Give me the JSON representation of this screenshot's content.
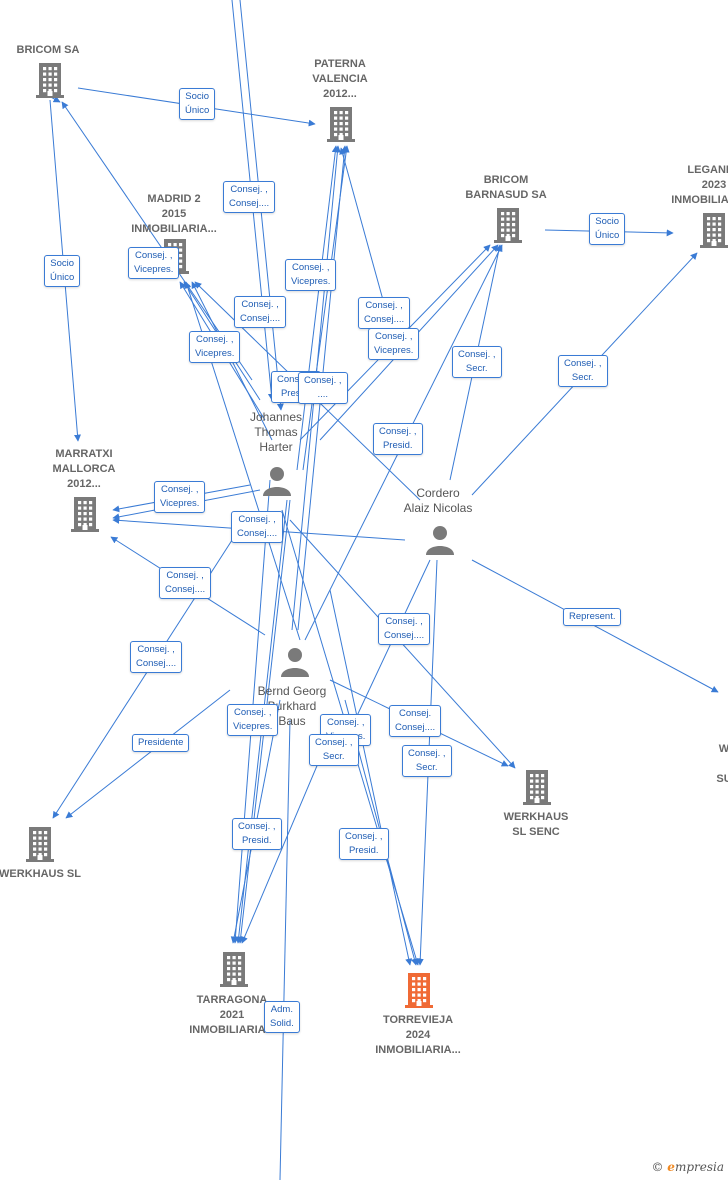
{
  "companies": [
    {
      "id": "bricom",
      "label": [
        "BRICOM SA"
      ],
      "focus": false
    },
    {
      "id": "paterna",
      "label": [
        "PATERNA",
        "VALENCIA",
        "2012..."
      ],
      "focus": false
    },
    {
      "id": "madrid",
      "label": [
        "MADRID 2",
        "2015",
        "INMOBILIARIA..."
      ],
      "focus": false
    },
    {
      "id": "barnasud",
      "label": [
        "BRICOM",
        "BARNASUD SA"
      ],
      "focus": false
    },
    {
      "id": "leganes",
      "label": [
        "LEGANES",
        "2023",
        "INMOBILIARIA..."
      ],
      "focus": false
    },
    {
      "id": "marratxi",
      "label": [
        "MARRATXI",
        "MALLORCA",
        "2012..."
      ],
      "focus": false
    },
    {
      "id": "werkhaus_sl",
      "label": [
        "WERKHAUS SL"
      ],
      "focus": false
    },
    {
      "id": "werkhaus_senc",
      "label": [
        "WERKHAUS",
        "SL SENC"
      ],
      "focus": false
    },
    {
      "id": "tarragona",
      "label": [
        "TARRAGONA",
        "2021",
        "INMOBILIARIA..."
      ],
      "focus": false
    },
    {
      "id": "torrevieja",
      "label": [
        "TORREVIEJA",
        "2024",
        "INMOBILIARIA..."
      ],
      "focus": true
    },
    {
      "id": "right_w",
      "label": [
        "W",
        "",
        "SU"
      ],
      "focus": false
    }
  ],
  "people": [
    {
      "id": "johannes",
      "label": [
        "Johannes",
        "Thomas",
        "Harter"
      ]
    },
    {
      "id": "cordero",
      "label": [
        "Cordero",
        "Alaiz Nicolas"
      ]
    },
    {
      "id": "bernd",
      "label": [
        "Bernd Georg",
        "Burkhard",
        "Baus"
      ]
    }
  ],
  "relations": [
    {
      "id": "r1",
      "lines": [
        "Socio",
        "Único"
      ]
    },
    {
      "id": "r2",
      "lines": [
        "Socio",
        "Único"
      ]
    },
    {
      "id": "r3",
      "lines": [
        "Consej. ,",
        "Consej...."
      ]
    },
    {
      "id": "r4",
      "lines": [
        "Consej. ,",
        "Vicepres."
      ]
    },
    {
      "id": "r5",
      "lines": [
        "Consej. ,",
        "Vicepres."
      ]
    },
    {
      "id": "r6",
      "lines": [
        "Consej. ,",
        "Consej...."
      ]
    },
    {
      "id": "r7",
      "lines": [
        "Consej. ,",
        "Vicepres."
      ]
    },
    {
      "id": "r8",
      "lines": [
        "Consej. ,",
        "Consej...."
      ]
    },
    {
      "id": "r9",
      "lines": [
        "Consej. ,",
        "Vicepres."
      ]
    },
    {
      "id": "r10",
      "lines": [
        "Socio",
        "Único"
      ]
    },
    {
      "id": "r11",
      "lines": [
        "Consej. ,",
        "Secr."
      ]
    },
    {
      "id": "r12",
      "lines": [
        "Consej. ,",
        "Secr."
      ]
    },
    {
      "id": "r13",
      "lines": [
        "Consej. ,",
        "Presid."
      ]
    },
    {
      "id": "r14",
      "lines": [
        "Consej. ,",
        "Presid."
      ]
    },
    {
      "id": "r15",
      "lines": [
        "Consej. ,",
        "Vicepres."
      ]
    },
    {
      "id": "r16",
      "lines": [
        "Consej. ,",
        "Consej...."
      ]
    },
    {
      "id": "r17",
      "lines": [
        "Consej. ,",
        "Consej...."
      ]
    },
    {
      "id": "r18",
      "lines": [
        "Consej. ,",
        "Consej...."
      ]
    },
    {
      "id": "r19",
      "lines": [
        "Represent."
      ]
    },
    {
      "id": "r20",
      "lines": [
        "Consej. ,",
        "Consej...."
      ]
    },
    {
      "id": "r21",
      "lines": [
        "Presidente"
      ]
    },
    {
      "id": "r22",
      "lines": [
        "Consej. ,",
        "Vicepres."
      ]
    },
    {
      "id": "r23",
      "lines": [
        "Consej. ,",
        "Vicepres."
      ]
    },
    {
      "id": "r24",
      "lines": [
        "Consej. ,",
        "Secr."
      ]
    },
    {
      "id": "r25",
      "lines": [
        "Consej.",
        "Consej...."
      ]
    },
    {
      "id": "r26",
      "lines": [
        "Consej. ,",
        "Secr."
      ]
    },
    {
      "id": "r27",
      "lines": [
        "Consej. ,",
        "Presid."
      ]
    },
    {
      "id": "r28",
      "lines": [
        "Consej. ,",
        "Presid."
      ]
    },
    {
      "id": "r29",
      "lines": [
        "Adm.",
        "Solid."
      ]
    },
    {
      "id": "r30",
      "lines": [
        "Consej. ,",
        "...."
      ]
    }
  ],
  "watermark": {
    "symbol": "©",
    "brand_initial": "e",
    "brand_rest": "mpresia"
  },
  "colors": {
    "edge": "#3a7bd5",
    "building": "#7a7a7a",
    "focus_building": "#f06a35",
    "person": "#7a7a7a"
  }
}
